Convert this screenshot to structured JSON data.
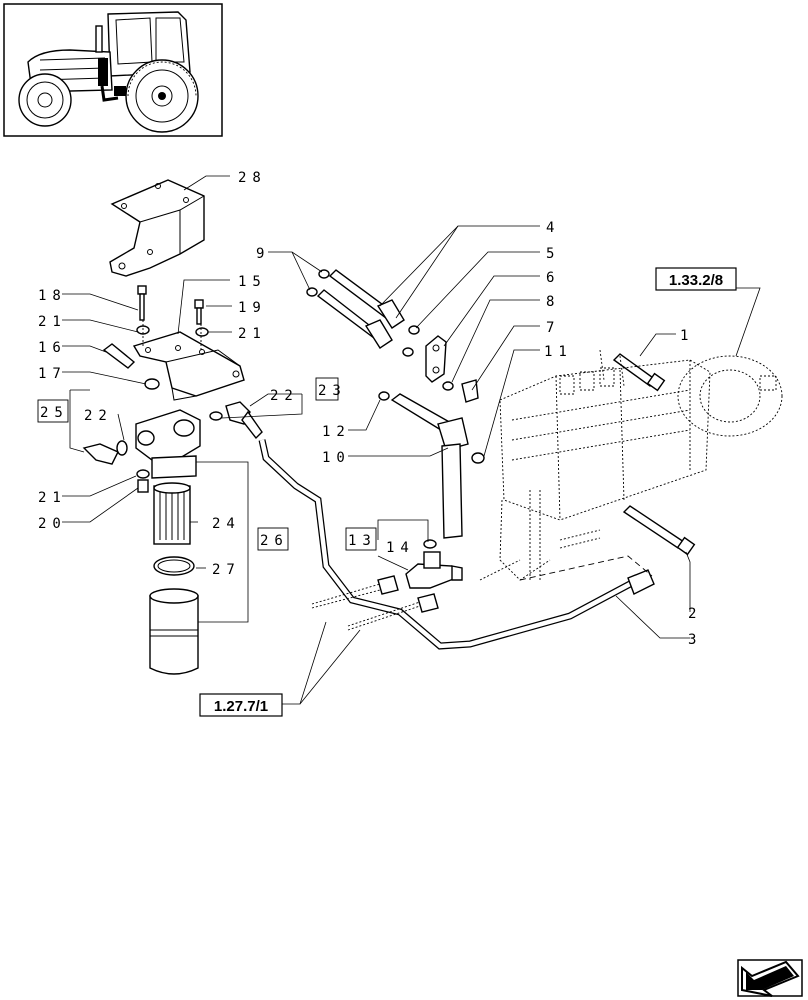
{
  "references": {
    "injection_pump": "1.33.2/8",
    "fuel_lines": "1.27.7/1"
  },
  "callouts": [
    {
      "id": "c1",
      "num": "1"
    },
    {
      "id": "c2",
      "num": "2"
    },
    {
      "id": "c3",
      "num": "3"
    },
    {
      "id": "c4",
      "num": "4"
    },
    {
      "id": "c5",
      "num": "5"
    },
    {
      "id": "c6",
      "num": "6"
    },
    {
      "id": "c7",
      "num": "7"
    },
    {
      "id": "c8",
      "num": "8"
    },
    {
      "id": "c9",
      "num": "9"
    },
    {
      "id": "c10",
      "num": "10"
    },
    {
      "id": "c11",
      "num": "11"
    },
    {
      "id": "c12",
      "num": "12"
    },
    {
      "id": "c13",
      "num": "13"
    },
    {
      "id": "c14",
      "num": "14"
    },
    {
      "id": "c15",
      "num": "15"
    },
    {
      "id": "c16",
      "num": "16"
    },
    {
      "id": "c17",
      "num": "17"
    },
    {
      "id": "c18",
      "num": "18"
    },
    {
      "id": "c19",
      "num": "19"
    },
    {
      "id": "c21a",
      "num": "21"
    },
    {
      "id": "c21b",
      "num": "21"
    },
    {
      "id": "c21c",
      "num": "21"
    },
    {
      "id": "c20",
      "num": "20"
    },
    {
      "id": "c22a",
      "num": "22"
    },
    {
      "id": "c22b",
      "num": "22"
    },
    {
      "id": "c23",
      "num": "23"
    },
    {
      "id": "c24",
      "num": "24"
    },
    {
      "id": "c25",
      "num": "25"
    },
    {
      "id": "c26",
      "num": "26"
    },
    {
      "id": "c27",
      "num": "27"
    },
    {
      "id": "c28",
      "num": "28"
    }
  ],
  "icons": {
    "thumbnail": "tractor-icon",
    "navigation": "next-page-arrow-icon"
  }
}
